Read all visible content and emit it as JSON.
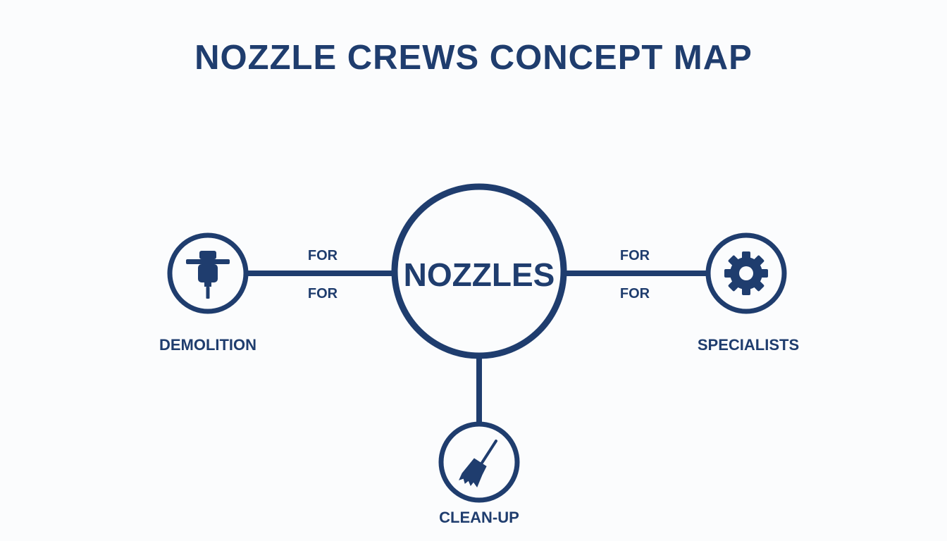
{
  "colors": {
    "primary": "#1f3d6e",
    "background": "#fbfcfd"
  },
  "title": "NOZZLE CREWS CONCEPT MAP",
  "center": {
    "label": "NOZZLES"
  },
  "nodes": [
    {
      "id": "demolition",
      "label": "DEMOLITION",
      "icon": "jackhammer-icon"
    },
    {
      "id": "specialists",
      "label": "SPECIALISTS",
      "icon": "gear-icon"
    },
    {
      "id": "cleanup",
      "label": "CLEAN-UP",
      "icon": "broom-icon"
    }
  ],
  "edges": {
    "left_top": "FOR",
    "left_bottom": "FOR",
    "right_top": "FOR",
    "right_bottom": "FOR"
  }
}
